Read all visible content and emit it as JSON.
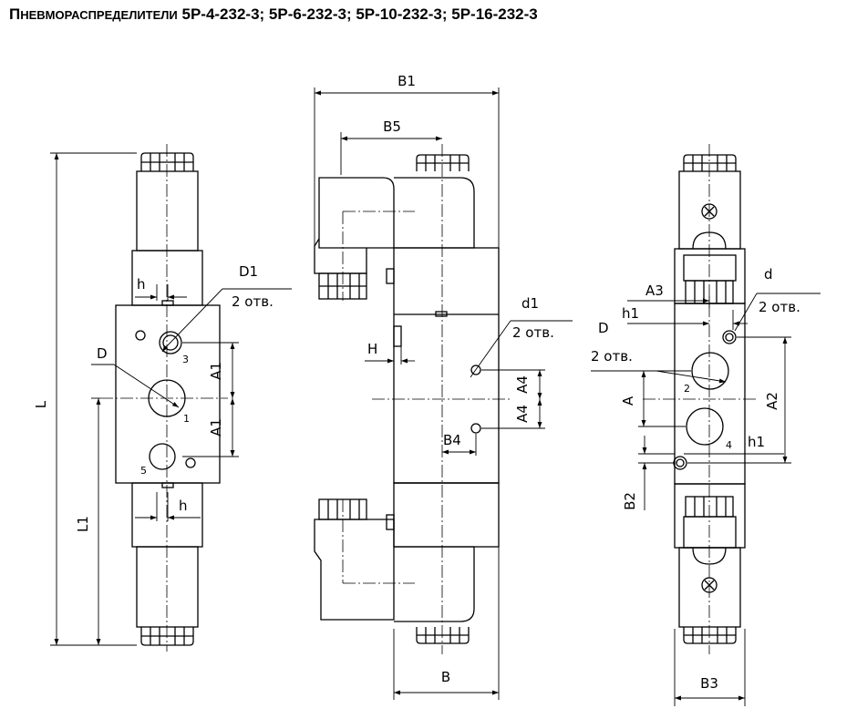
{
  "title": {
    "first_letter": "П",
    "rest_caps": "НЕВМОРАСПРЕДЕЛИТЕЛИ",
    "models": "5P-4-232-3; 5P-6-232-3; 5P-10-232-3; 5P-16-232-3"
  },
  "labels": {
    "L": "L",
    "L1": "L1",
    "D": "D",
    "D1": "D1",
    "h": "h",
    "two_holes": "2 отв.",
    "A1": "A1",
    "port3": "3",
    "port1": "1",
    "port5": "5",
    "B1": "B1",
    "B5": "B5",
    "H": "H",
    "d1": "d1",
    "A4": "A4",
    "B4": "B4",
    "B": "B",
    "A3": "A3",
    "h1": "h1",
    "d": "d",
    "A": "A",
    "A2": "A2",
    "B2": "B2",
    "B3": "B3",
    "port2": "2",
    "port4": "4"
  }
}
